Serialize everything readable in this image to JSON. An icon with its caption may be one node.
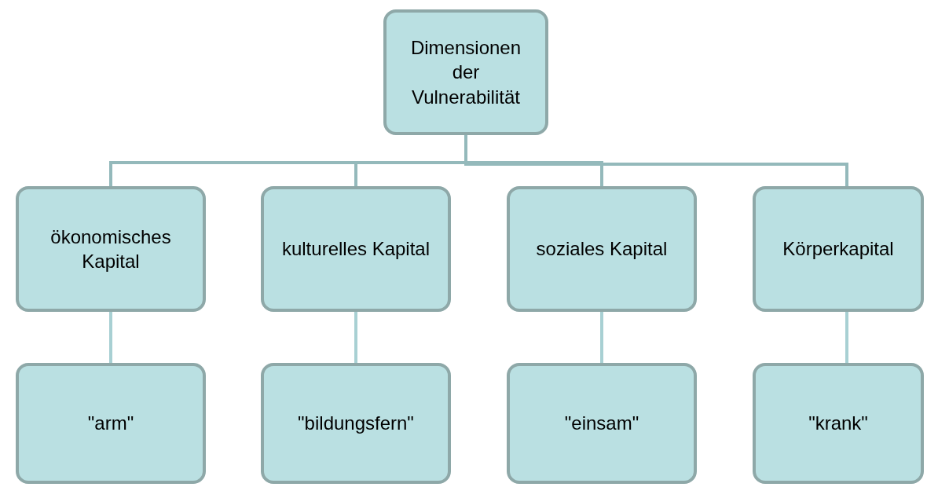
{
  "diagram": {
    "nodes": [
      {
        "text": [
          "Dimensionen der Vulnerabilität"
        ]
      },
      {
        "text": [
          "ökonomisches Kapital"
        ]
      },
      {
        "text": [
          "kulturelles Kapital"
        ]
      },
      {
        "text": [
          "soziales Kapital"
        ]
      },
      {
        "text": [
          "Körperkapital"
        ]
      },
      {
        "text": [
          "\"arm\""
        ]
      },
      {
        "text": [
          "\"bildungsfern\""
        ]
      },
      {
        "text": [
          "\"einsam\""
        ]
      },
      {
        "text": [
          "\"krank\""
        ]
      }
    ],
    "edges": [
      {
        "from": 0,
        "to": 1,
        "arrow": "none"
      },
      {
        "from": 0,
        "to": 2,
        "arrow": "none"
      },
      {
        "from": 0,
        "to": 3,
        "arrow": "none"
      },
      {
        "from": 0,
        "to": 4,
        "arrow": "none"
      },
      {
        "from": 1,
        "to": 5,
        "arrow": "none"
      },
      {
        "from": 2,
        "to": 6,
        "arrow": "none"
      },
      {
        "from": 3,
        "to": 7,
        "arrow": "none"
      },
      {
        "from": 4,
        "to": 8,
        "arrow": "none"
      }
    ]
  }
}
